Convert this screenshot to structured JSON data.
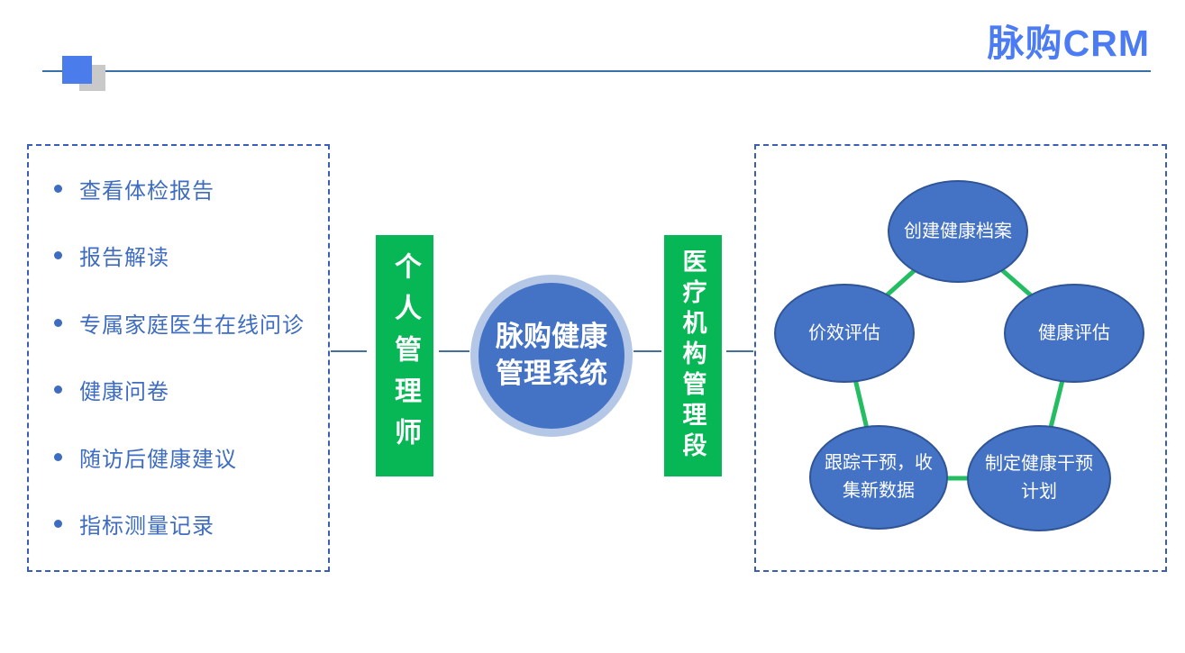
{
  "brand": {
    "logo": "脉购CRM"
  },
  "left_panel": {
    "items": [
      "查看体检报告",
      "报告解读",
      "专属家庭医生在线问诊",
      "健康问卷",
      "随访后健康建议",
      "指标测量记录"
    ]
  },
  "flow": {
    "left_bar": "个人管理师",
    "center": "脉购健康\n管理系统",
    "right_bar": "医疗机构管理段"
  },
  "pentagon": {
    "nodes": {
      "top": "创建健康档案",
      "right": "健康评估",
      "bottom_right": "制定健康干预\n计划",
      "bottom_left": "跟踪干预，收\n集新数据",
      "left": "价效评估"
    }
  },
  "colors": {
    "accent_green": "#07B755",
    "pentagon_line_green": "#24BD62",
    "node_blue": "#4472C4",
    "ring_blue": "#B4C7E7",
    "text_blue": "#3E6CC0",
    "logo_blue": "#4C7CF3",
    "dash_border": "#3B5EB5",
    "line": "#41719C"
  }
}
